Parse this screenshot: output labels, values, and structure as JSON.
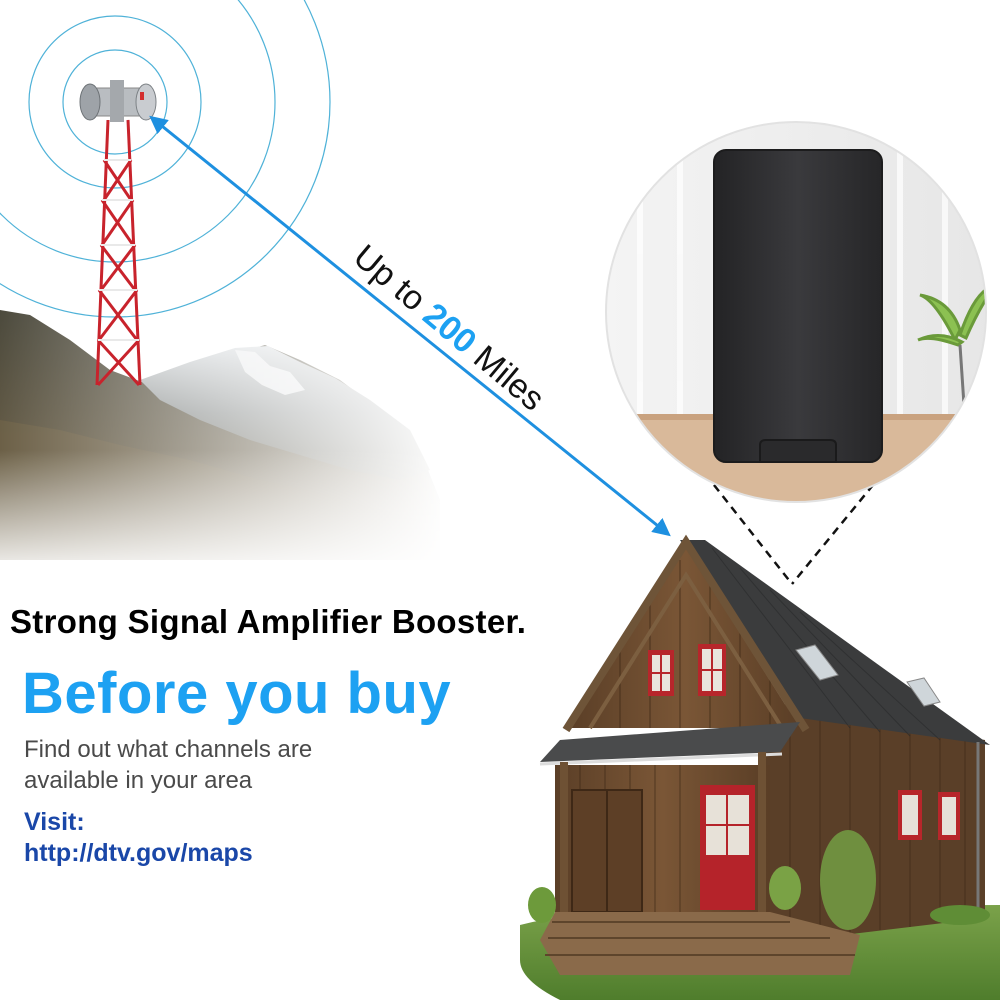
{
  "range_label": {
    "prefix": "Up to ",
    "number": "200",
    "suffix": " Miles"
  },
  "headline": "Strong Signal Amplifier Booster.",
  "before_you_buy": {
    "title": "Before you buy",
    "description_line1": "Find out what channels are",
    "description_line2": "available in your area",
    "visit_label": "Visit:",
    "url": "http://dtv.gov/maps"
  },
  "colors": {
    "accent_blue": "#1e90e0",
    "title_blue": "#1da1f2",
    "link_blue": "#1a47a8",
    "tower_red": "#c8232c",
    "antenna_black": "#2d2d2f",
    "roof_dark": "#3a3b3c",
    "wood_brown": "#6b4a2e",
    "grass_green": "#5e8f3a"
  },
  "icons": [
    "cell-tower-icon",
    "signal-wave-icon",
    "arrow-icon",
    "antenna-device-icon",
    "house-icon"
  ]
}
